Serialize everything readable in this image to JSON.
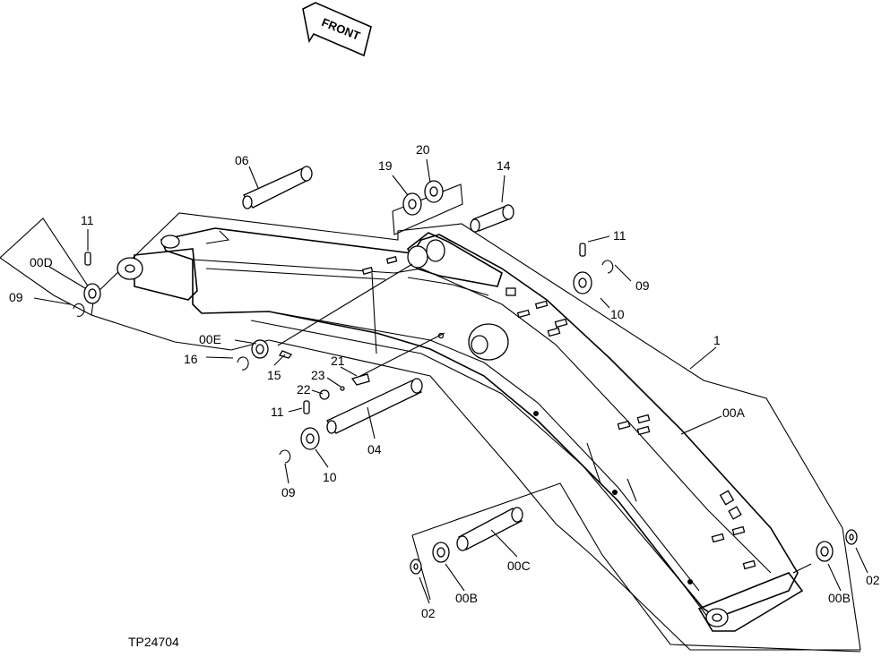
{
  "figure_id": "TP24704",
  "direction_label": "FRONT",
  "callouts": {
    "p1": "1",
    "p00A": "00A",
    "p00B_left": "00B",
    "p00B_right": "00B",
    "p00C": "00C",
    "p00D": "00D",
    "p00E": "00E",
    "p02_left": "02",
    "p02_right": "02",
    "p04": "04",
    "p06": "06",
    "p09_left_upper": "09",
    "p09_right": "09",
    "p09_lower": "09",
    "p10_right": "10",
    "p10_lower": "10",
    "p11_left": "11",
    "p11_right": "11",
    "p11_lower": "11",
    "p14": "14",
    "p15": "15",
    "p16": "16",
    "p19": "19",
    "p20": "20",
    "p21": "21",
    "p22": "22",
    "p23": "23"
  }
}
